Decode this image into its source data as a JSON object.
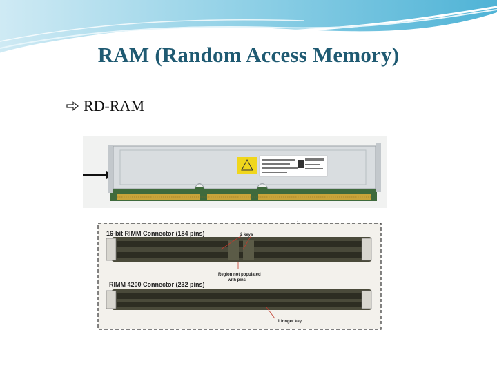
{
  "slide": {
    "title": "RAM (Random Access Memory)",
    "bullet": {
      "icon": "hollow-arrow-bullet-icon",
      "text": "RD-RAM"
    }
  },
  "connector_photo": {
    "label_16bit": "16-bit RIMM Connector (184 pins)",
    "label_2keys": "2 keys",
    "label_region_1": "Region not populated",
    "label_region_2": "with pins",
    "label_4200": "RIMM 4200 Connector (232 pins)",
    "label_1key": "1 longer key"
  },
  "colors": {
    "title": "#1f5a72",
    "wave": "#6fc1dc"
  }
}
